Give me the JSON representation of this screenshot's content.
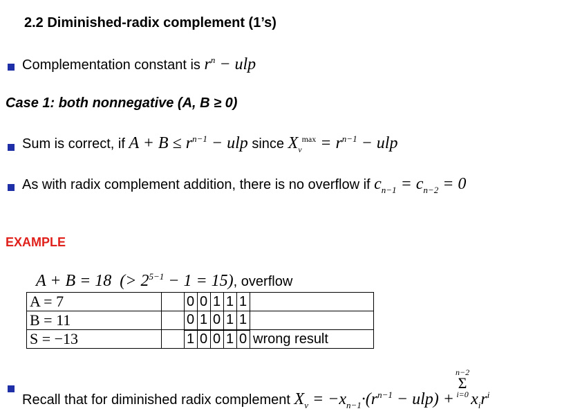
{
  "heading": "2.2  Diminished-radix complement (1’s)",
  "bullet1": {
    "text": "Complementation constant is ",
    "formula": "rⁿ − ulp"
  },
  "case1": "Case 1: both nonnegative (A, B ≥ 0)",
  "bullet2": {
    "text": "Sum is correct, if ",
    "mid": " since "
  },
  "bullet3": {
    "text": "As with radix complement addition, there is no overflow if "
  },
  "example_title": "EXAMPLE",
  "example": {
    "line_suffix": ", overflow",
    "rows": [
      {
        "label": "A = 7",
        "bits": [
          "0",
          "0",
          "1",
          "1",
          "1"
        ],
        "note": ""
      },
      {
        "label": "B = 11",
        "bits": [
          "0",
          "1",
          "0",
          "1",
          "1"
        ],
        "note": ""
      },
      {
        "label": "S = −13",
        "bits": [
          "1",
          "0",
          "0",
          "1",
          "0"
        ],
        "note": "wrong result"
      }
    ]
  },
  "bullet4": {
    "text": "Recall that for diminished radix complement "
  },
  "colors": {
    "bullet": "#1f2fa8",
    "example": "#e0201b"
  },
  "icons": {
    "bullet": "square-bullet-icon"
  }
}
